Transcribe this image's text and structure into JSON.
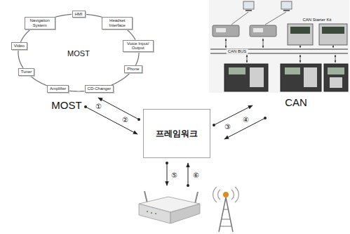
{
  "diagram": {
    "nodes": [
      {
        "text": [
          "HMI"
        ]
      },
      {
        "text": [
          "Headset Interface"
        ]
      },
      {
        "text": [
          "Voice Input/ Output"
        ]
      },
      {
        "text": [
          "Phone"
        ]
      },
      {
        "text": [
          "CD-Changer"
        ]
      },
      {
        "text": [
          "Amplifier"
        ]
      },
      {
        "text": [
          "Tuner"
        ]
      },
      {
        "text": [
          "Video"
        ]
      },
      {
        "text": [
          "Navigation System"
        ]
      },
      {
        "text": [
          "프레임워크"
        ]
      }
    ],
    "edges": [
      {
        "from": 0,
        "to": 1,
        "arrow": "none"
      },
      {
        "from": 1,
        "to": 2,
        "arrow": "none"
      },
      {
        "from": 2,
        "to": 3,
        "arrow": "none"
      },
      {
        "from": 3,
        "to": 4,
        "arrow": "none"
      },
      {
        "from": 4,
        "to": 5,
        "arrow": "none"
      },
      {
        "from": 5,
        "to": 6,
        "arrow": "none"
      },
      {
        "from": 6,
        "to": 7,
        "arrow": "none"
      },
      {
        "from": 7,
        "to": 8,
        "arrow": "none"
      },
      {
        "from": 8,
        "to": 0,
        "arrow": "none"
      }
    ],
    "labels": [
      "MOST",
      "MOST",
      "CAN Starter Kit",
      "CAN BUS",
      "CAN",
      "①",
      "②",
      "③",
      "④",
      "⑤",
      "⑥"
    ]
  }
}
